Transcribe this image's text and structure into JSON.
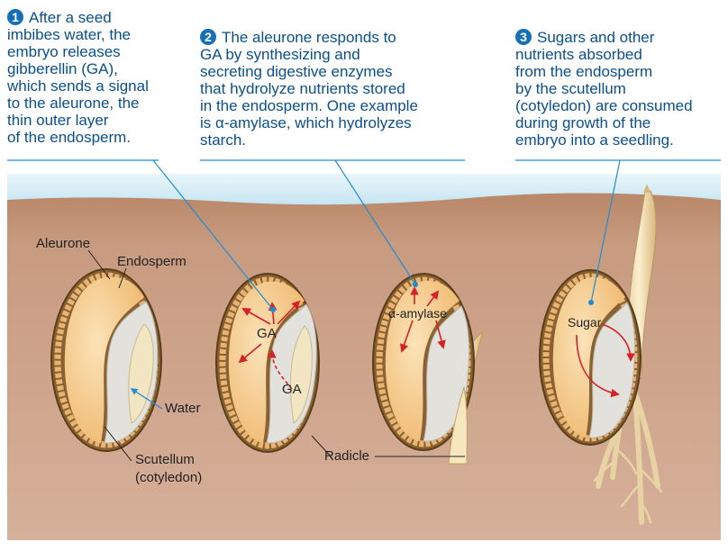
{
  "steps": [
    {
      "number": "1",
      "lines": [
        "After a seed",
        "imbibes water, the",
        "embryo releases",
        "gibberellin (GA),",
        "which sends a signal",
        "to the aleurone, the",
        "thin outer layer",
        "of the endosperm."
      ]
    },
    {
      "number": "2",
      "lines": [
        "The aleurone responds to",
        "GA by synthesizing and",
        "secreting digestive enzymes",
        "that hydrolyze nutrients stored",
        "in the endosperm. One example",
        "is α-amylase, which hydrolyzes",
        "starch."
      ]
    },
    {
      "number": "3",
      "lines": [
        "Sugars and other",
        "nutrients absorbed",
        "from the endosperm",
        "by the scutellum",
        "(cotyledon) are consumed",
        "during growth of the",
        "embryo into a seedling."
      ]
    }
  ],
  "labels": {
    "aleurone": "Aleurone",
    "endosperm": "Endosperm",
    "water": "Water",
    "scutellum": "Scutellum",
    "cotyledon": "(cotyledon)",
    "ga_top": "GA",
    "ga_bottom": "GA",
    "radicle": "Radicle",
    "amylase": "α-amylase",
    "sugar": "Sugar"
  },
  "colors": {
    "sky": "#d4ecf5",
    "soil": "#c29377",
    "seed_coat": "#8a6231",
    "aleurone": "#e8b473",
    "endosperm": "#f6c98c",
    "embryo": "#f1e5c2",
    "scutellum": "#e3e1dc",
    "arrow_red": "#d61f26",
    "arrow_blue": "#1f8dd6",
    "text_blue": "#0a4f8c"
  }
}
